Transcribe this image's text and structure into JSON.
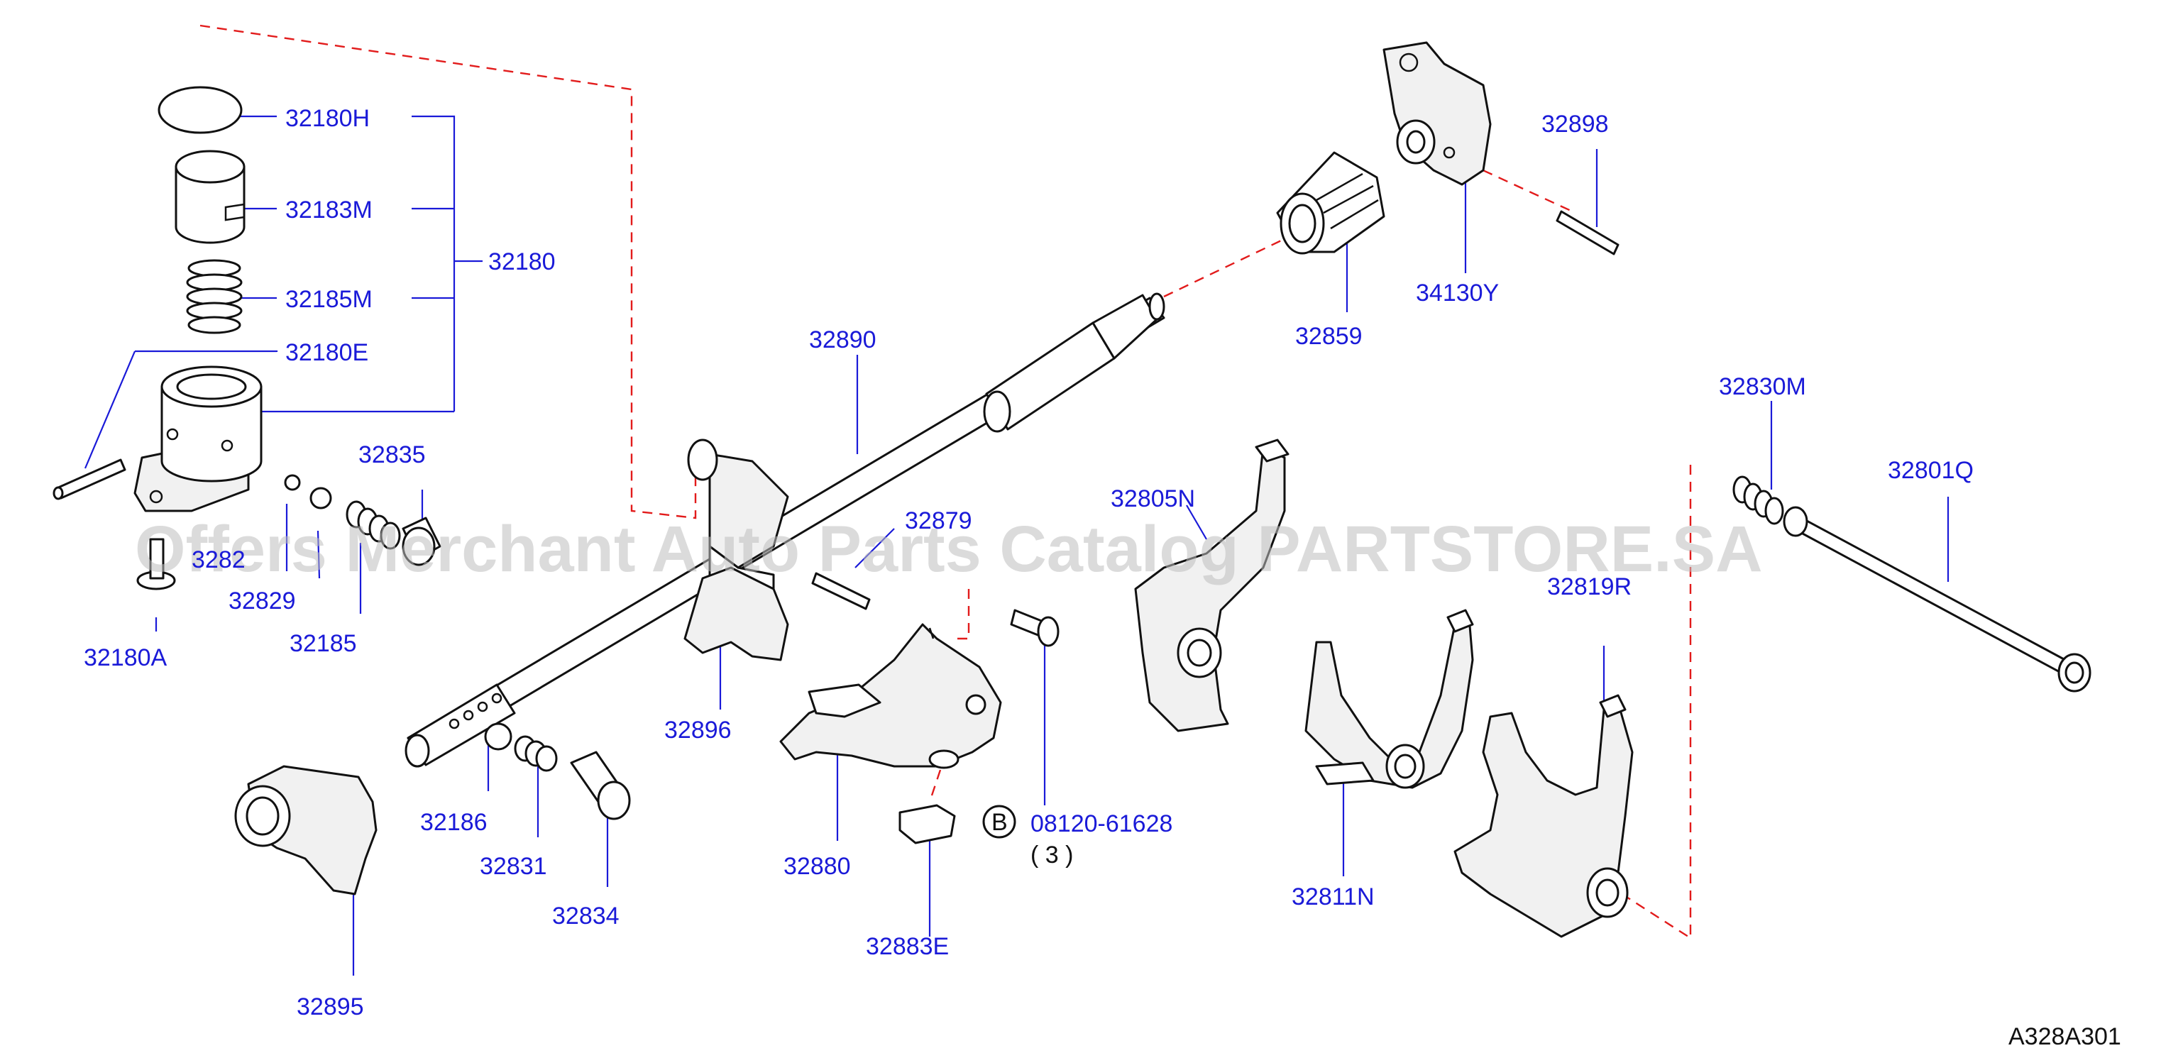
{
  "watermark": "Offers Merchant Auto Parts Catalog PARTSTORE.SA",
  "diagram_code": "A328A301",
  "labels": {
    "p32180H": "32180H",
    "p32183M": "32183M",
    "p32185M": "32185M",
    "p32180E": "32180E",
    "p32180": "32180",
    "p32835": "32835",
    "p32829a": "3282",
    "p32829": "32829",
    "p32185": "32185",
    "p32180A": "32180A",
    "p32890": "32890",
    "p32859": "32859",
    "p34130Y": "34130Y",
    "p32898": "32898",
    "p32805N": "32805N",
    "p32879": "32879",
    "p32896": "32896",
    "p32880": "32880",
    "p08120": "08120-61628",
    "qty": "( 3 )",
    "bolt_marker": "B",
    "p32883E": "32883E",
    "p32186": "32186",
    "p32831": "32831",
    "p32834": "32834",
    "p32895": "32895",
    "p32830M": "32830M",
    "p32801Q": "32801Q",
    "p32819R": "32819R",
    "p32811N": "32811N"
  },
  "colors": {
    "label": "#1a1ad8",
    "dashed_link": "#e21b1b",
    "outline": "#111111",
    "watermark": "#bdbdbd"
  }
}
